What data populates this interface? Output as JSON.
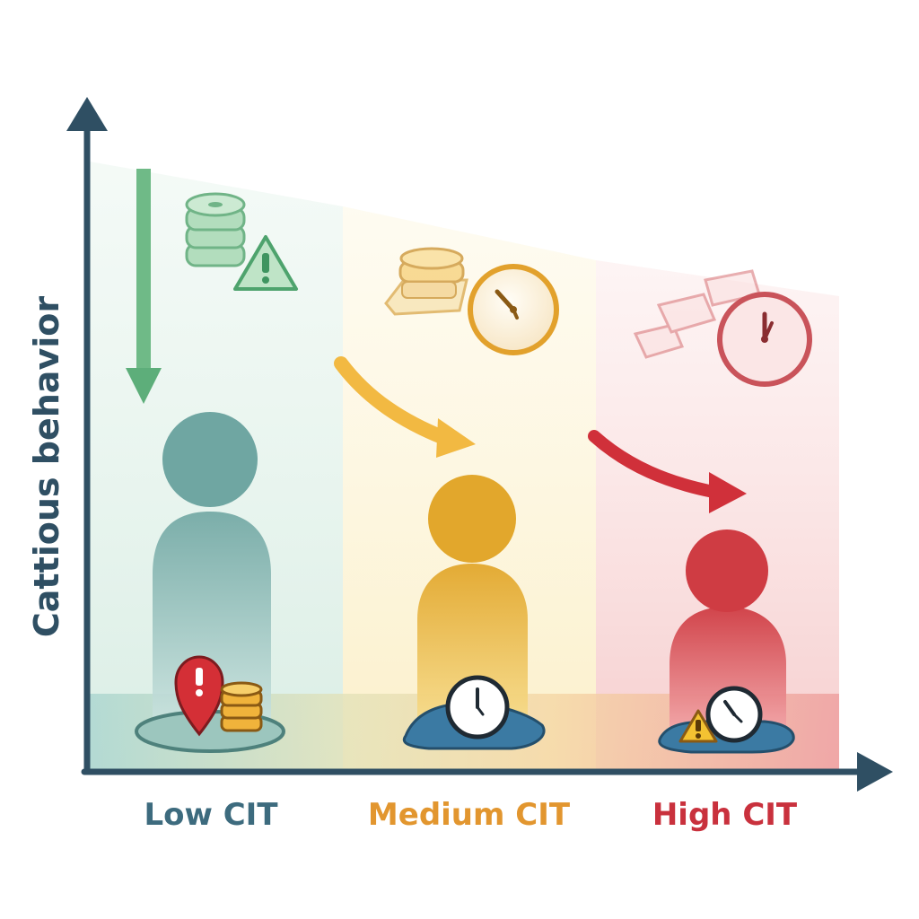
{
  "axes": {
    "y_label": "Cattious behavior"
  },
  "categories": [
    {
      "label": "Low CIT",
      "color": "#3d6b7e"
    },
    {
      "label": "Medium CIT",
      "color": "#e2962f"
    },
    {
      "label": "High CIT",
      "color": "#c9313d"
    }
  ],
  "colors": {
    "axis": "#2f4f63",
    "low_figure": "#7fb3ad",
    "medium_figure": "#e6b23e",
    "high_figure": "#d9565c",
    "low_arrow": "#5dae7a",
    "medium_arrow": "#f2b942",
    "high_arrow": "#d0303a"
  },
  "icons": {
    "low": [
      "coin-stack-icon",
      "warning-triangle-icon",
      "alert-pin-icon",
      "gold-coins-icon"
    ],
    "medium": [
      "coins-and-cash-icon",
      "clock-icon"
    ],
    "high": [
      "cash-bundles-icon",
      "clock-icon",
      "warning-triangle-icon"
    ]
  }
}
